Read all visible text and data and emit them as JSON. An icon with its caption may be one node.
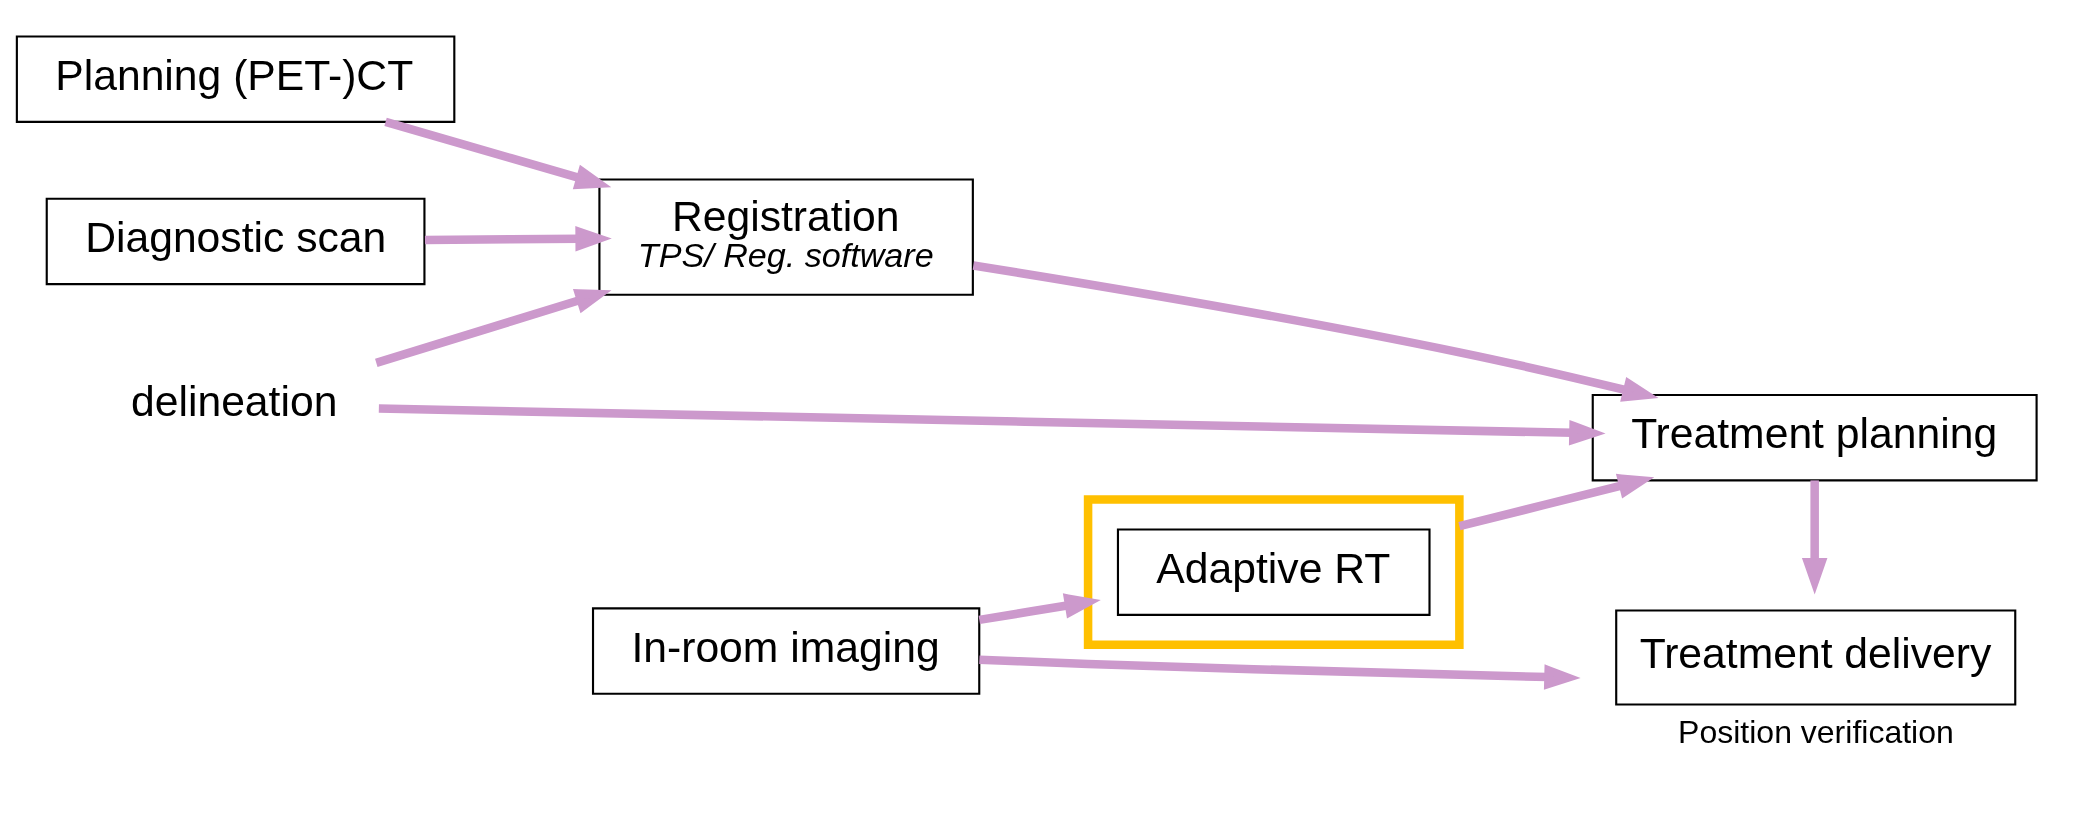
{
  "diagram": {
    "nodes": [
      {
        "text": [
          "Planning (PET-)CT"
        ]
      },
      {
        "text": [
          "Diagnostic scan"
        ]
      },
      {
        "text": [
          "Registration",
          "TPS/ Reg. software"
        ]
      },
      {
        "text": [
          "delineation"
        ]
      },
      {
        "text": [
          "Treatment planning"
        ]
      },
      {
        "text": [
          "In-room imaging"
        ]
      },
      {
        "text": [
          "Treatment delivery"
        ],
        "beside": [
          "Position verification"
        ]
      },
      {
        "text": [],
        "shape": "box"
      },
      {
        "text": [
          "Adaptive RT"
        ],
        "in": 7
      }
    ],
    "edges": [
      {
        "from": 0,
        "to": 2,
        "arrow": "to"
      },
      {
        "from": 1,
        "to": 2,
        "arrow": "to"
      },
      {
        "from": 3,
        "to": 2,
        "arrow": "to"
      },
      {
        "from": 3,
        "to": 4,
        "arrow": "to"
      },
      {
        "from": 2,
        "to": 4,
        "arrow": "to"
      },
      {
        "from": 4,
        "to": 6,
        "arrow": "to"
      },
      {
        "from": 5,
        "to": 6,
        "arrow": "to"
      },
      {
        "from": 5,
        "to": 7,
        "arrow": "to"
      },
      {
        "from": 7,
        "to": 4,
        "arrow": "to"
      }
    ]
  }
}
